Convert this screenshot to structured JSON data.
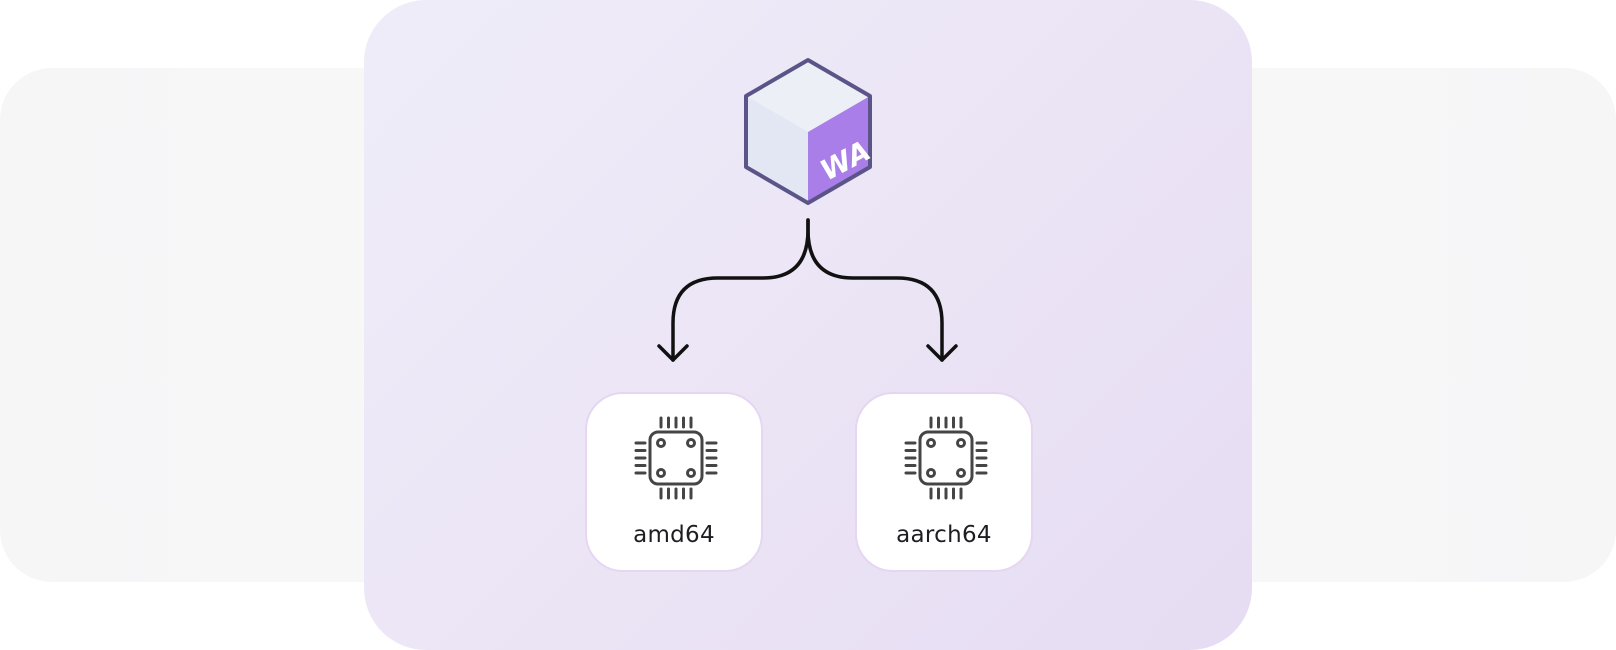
{
  "diagram": {
    "source_icon": {
      "name": "package-cube-icon",
      "badge_text": "WA",
      "colors": {
        "outline": "#5b5489",
        "top_face": "#eceff6",
        "left_face": "#e3e7f3",
        "right_face": "#a97ee8",
        "badge": "#ffffff"
      }
    },
    "targets": [
      {
        "label": "amd64",
        "icon": "cpu-chip-icon"
      },
      {
        "label": "aarch64",
        "icon": "cpu-chip-icon"
      }
    ],
    "colors": {
      "arrow": "#111111",
      "chip": "#454545",
      "card_border": "#e6d6f1",
      "panel": "#ece6f6"
    }
  }
}
